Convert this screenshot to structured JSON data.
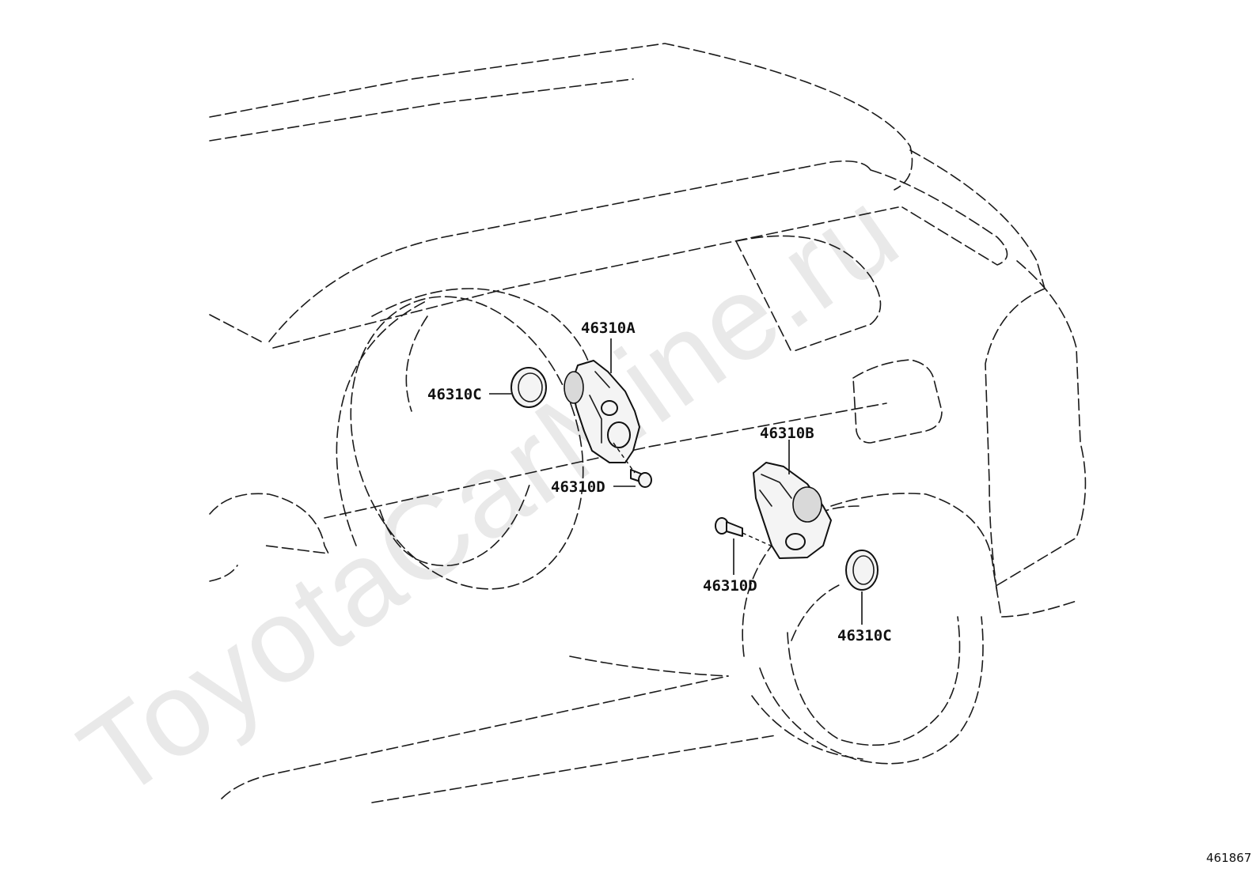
{
  "watermark": "ToyotaCarMine.ru",
  "figure_number": "461867",
  "callouts": {
    "a": "46310A",
    "b": "46310B",
    "c_left": "46310C",
    "c_right": "46310C",
    "d_left": "46310D",
    "d_right": "46310D"
  }
}
